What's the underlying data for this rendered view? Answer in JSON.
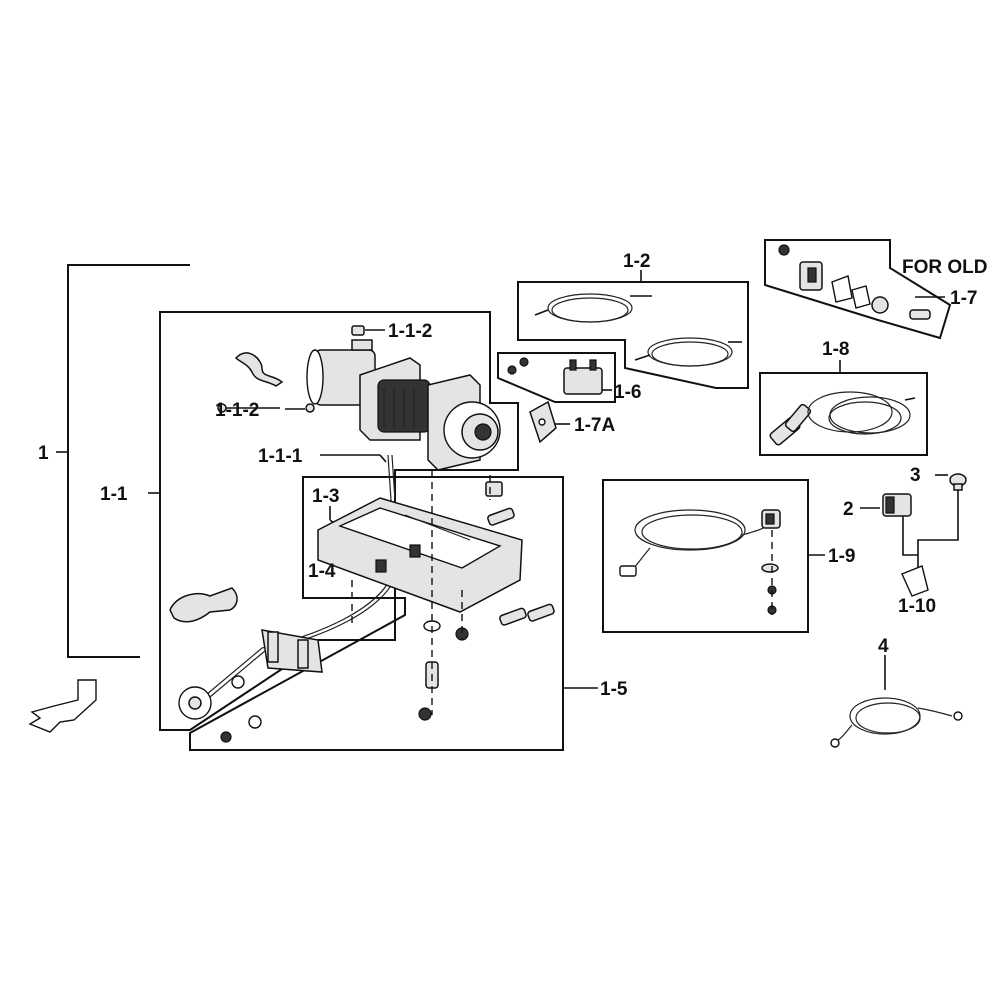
{
  "labels": {
    "p1": "1",
    "p1_1": "1-1",
    "p1_1_1": "1-1-1",
    "p1_1_2_top": "1-1-2",
    "p1_1_2_left": "1-1-2",
    "p1_2": "1-2",
    "p1_3": "1-3",
    "p1_4": "1-4",
    "p1_5": "1-5",
    "p1_6": "1-6",
    "p1_7": "1-7",
    "p1_7a": "1-7A",
    "p1_8": "1-8",
    "p1_9": "1-9",
    "p1_10": "1-10",
    "p2": "2",
    "p3": "3",
    "p4": "4"
  },
  "notes": {
    "for_old": "FOR OLD"
  }
}
